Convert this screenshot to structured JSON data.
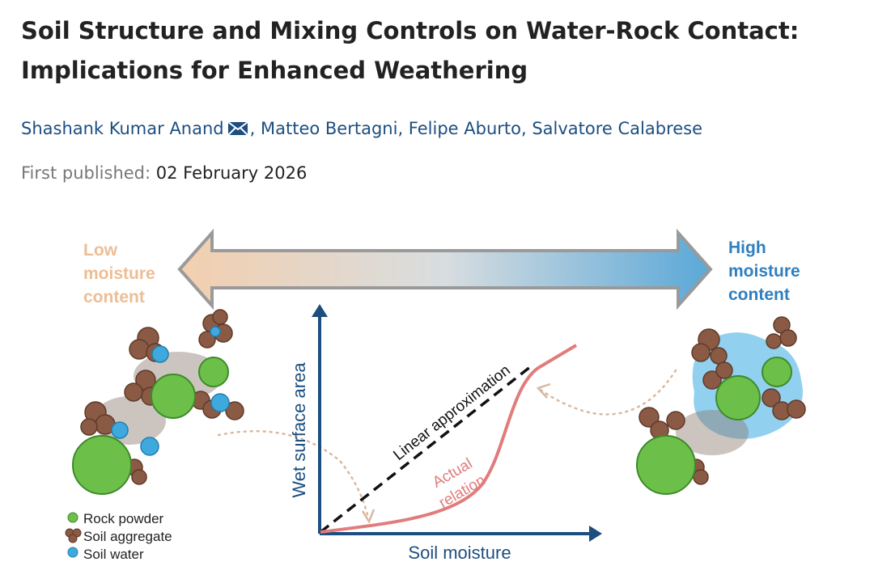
{
  "article": {
    "title": "Soil Structure and Mixing Controls on Water-Rock Contact: Implications for Enhanced Weathering",
    "authors": [
      "Shashank Kumar Anand",
      "Matteo Bertagni",
      "Felipe Aburto",
      "Salvatore Calabrese"
    ],
    "published_label": "First published:",
    "published_date": "02 February 2026"
  },
  "figure": {
    "low_label": [
      "Low",
      "moisture",
      "content"
    ],
    "high_label": [
      "High",
      "moisture",
      "content"
    ],
    "x_axis_label": "Soil moisture",
    "y_axis_label": "Wet surface area",
    "linear_label": "Linear approximation",
    "actual_label": [
      "Actual",
      "relation"
    ],
    "legend": [
      {
        "label": "Rock powder",
        "color": "#6cc04a"
      },
      {
        "label": "Soil aggregate",
        "color": "#8a5a44"
      },
      {
        "label": "Soil water",
        "color": "#3fa9dd"
      }
    ],
    "colors": {
      "low": "#f0c39c",
      "high": "#5aa8d8",
      "axis": "#1c4e80",
      "actual": "#e07c7c"
    }
  }
}
